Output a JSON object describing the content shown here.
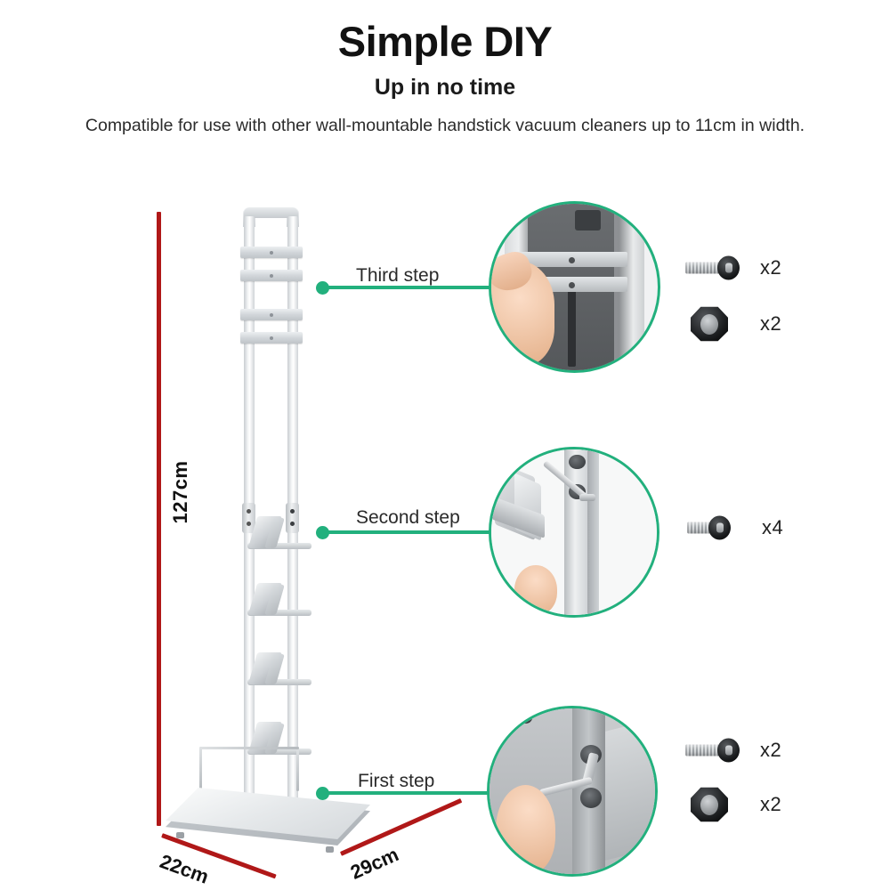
{
  "header": {
    "title": "Simple DIY",
    "subtitle": "Up in no time",
    "description": "Compatible for use with other wall-mountable handstick vacuum cleaners up to 11cm in width."
  },
  "colors": {
    "accent_teal": "#22b07d",
    "dimension_red": "#b01818",
    "text_dark": "#121212",
    "background": "#ffffff"
  },
  "dimensions": {
    "height": "127cm",
    "depth": "22cm",
    "width": "29cm"
  },
  "steps": [
    {
      "id": "third",
      "label": "Third step",
      "photo_alt": "hand-attaching-bracket-bars-to-rack-frame"
    },
    {
      "id": "second",
      "label": "Second step",
      "photo_alt": "allen-key-fastening-hook-bracket-to-post"
    },
    {
      "id": "first",
      "label": "First step",
      "photo_alt": "hand-using-allen-key-to-bolt-post-to-base"
    }
  ],
  "hardware": [
    {
      "group": "top",
      "items": [
        {
          "type": "bolt-long",
          "qty": "x2"
        },
        {
          "type": "hex-nut",
          "qty": "x2"
        }
      ]
    },
    {
      "group": "middle",
      "items": [
        {
          "type": "bolt-short",
          "qty": "x4"
        }
      ]
    },
    {
      "group": "bottom",
      "items": [
        {
          "type": "bolt-long",
          "qty": "x2"
        },
        {
          "type": "hex-nut",
          "qty": "x2"
        }
      ]
    }
  ],
  "product": {
    "name": "freestanding-vacuum-stand",
    "bracket_bar_count": 4,
    "hook_count": 4
  }
}
